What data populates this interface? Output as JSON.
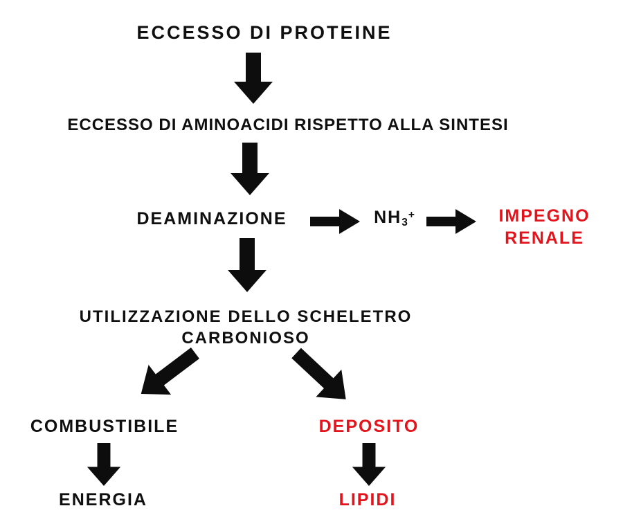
{
  "diagram": {
    "background_color": "#ffffff",
    "text_color": "#0f0f0f",
    "accent_color": "#e3131b",
    "nodes": {
      "eccesso_proteine": "ECCESSO DI PROTEINE",
      "eccesso_aminoacidi": "ECCESSO DI AMINOACIDI RISPETTO ALLA SINTESI",
      "deaminazione": "DEAMINAZIONE",
      "nh_base": "NH",
      "nh_sub": "3",
      "nh_sup": "+",
      "impegno_line1": "IMPEGNO",
      "impegno_line2": "RENALE",
      "utilizzazione_line1": "UTILIZZAZIONE DELLO SCHELETRO",
      "utilizzazione_line2": "CARBONIOSO",
      "combustibile": "COMBUSTIBILE",
      "deposito": "DEPOSITO",
      "energia": "ENERGIA",
      "lipidi": "LIPIDI"
    }
  }
}
